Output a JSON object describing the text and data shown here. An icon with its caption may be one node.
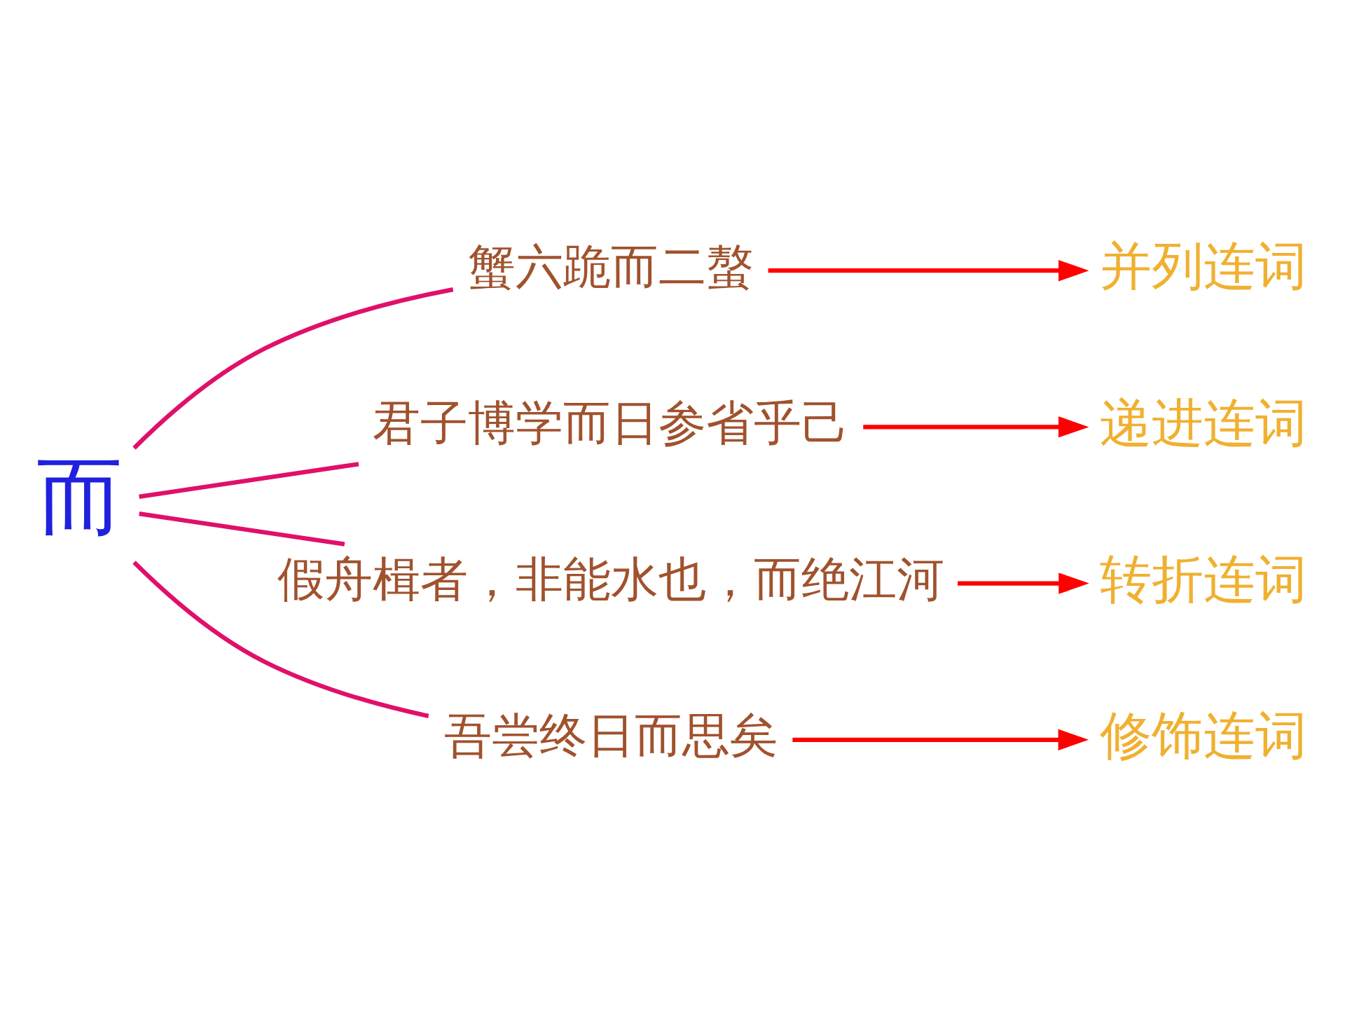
{
  "diagram": {
    "nodes": [
      {
        "text": [
          "而"
        ]
      },
      {
        "text": [
          "蟹六跪而二螯"
        ]
      },
      {
        "text": [
          "并列连词"
        ]
      },
      {
        "text": [
          "君子博学而日参省乎己"
        ]
      },
      {
        "text": [
          "递进连词"
        ]
      },
      {
        "text": [
          "假舟楫者，非能水也，而绝江河"
        ]
      },
      {
        "text": [
          "转折连词"
        ]
      },
      {
        "text": [
          "吾尝终日而思矣"
        ]
      },
      {
        "text": [
          "修饰连词"
        ]
      }
    ],
    "edges": [
      {
        "from": 0,
        "to": 1,
        "arrow": "none",
        "color": "#e0106a"
      },
      {
        "from": 0,
        "to": 3,
        "arrow": "none",
        "color": "#e0106a"
      },
      {
        "from": 0,
        "to": 5,
        "arrow": "none",
        "color": "#e0106a"
      },
      {
        "from": 0,
        "to": 7,
        "arrow": "none",
        "color": "#e0106a"
      },
      {
        "from": 1,
        "to": 2,
        "arrow": "to",
        "color": "#ff0000"
      },
      {
        "from": 3,
        "to": 4,
        "arrow": "to",
        "color": "#ff0000"
      },
      {
        "from": 5,
        "to": 6,
        "arrow": "to",
        "color": "#ff0000"
      },
      {
        "from": 7,
        "to": 8,
        "arrow": "to",
        "color": "#ff0000"
      }
    ]
  }
}
